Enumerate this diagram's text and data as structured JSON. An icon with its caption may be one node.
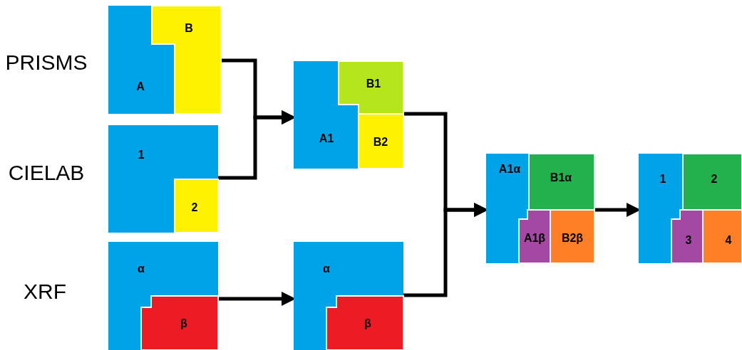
{
  "diagram": {
    "nodes": [
      {
        "text": [],
        "shape": "box"
      },
      {
        "text": [
          "B"
        ],
        "in": 0
      },
      {
        "text": [
          "A"
        ],
        "in": 0
      },
      {
        "text": [],
        "shape": "box"
      },
      {
        "text": [
          "1"
        ],
        "in": 3
      },
      {
        "text": [
          "2"
        ],
        "in": 3
      },
      {
        "text": [],
        "shape": "box"
      },
      {
        "text": [
          "α"
        ],
        "in": 6
      },
      {
        "text": [
          "β"
        ],
        "in": 6
      },
      {
        "text": [],
        "shape": "box"
      },
      {
        "text": [
          "B1"
        ],
        "in": 9
      },
      {
        "text": [
          "A1"
        ],
        "in": 9
      },
      {
        "text": [
          "B2"
        ],
        "in": 9
      },
      {
        "text": [],
        "shape": "box"
      },
      {
        "text": [
          "α"
        ],
        "in": 13
      },
      {
        "text": [
          "β"
        ],
        "in": 13
      },
      {
        "text": [],
        "shape": "box"
      },
      {
        "text": [
          "A1α"
        ],
        "in": 16
      },
      {
        "text": [
          "B1α"
        ],
        "in": 16
      },
      {
        "text": [
          "A1β"
        ],
        "in": 16
      },
      {
        "text": [
          "B2β"
        ],
        "in": 16
      },
      {
        "text": [],
        "shape": "box"
      },
      {
        "text": [
          "1"
        ],
        "in": 21
      },
      {
        "text": [
          "2"
        ],
        "in": 21
      },
      {
        "text": [
          "3"
        ],
        "in": 21
      },
      {
        "text": [
          "4"
        ],
        "in": 21
      }
    ],
    "edges": [
      {
        "from": 0,
        "to": 9,
        "arrow": "to"
      },
      {
        "from": 3,
        "to": 9,
        "arrow": "to"
      },
      {
        "from": 6,
        "to": 13,
        "arrow": "to"
      },
      {
        "from": 9,
        "to": 16,
        "arrow": "to"
      },
      {
        "from": 13,
        "to": 16,
        "arrow": "to"
      },
      {
        "from": 16,
        "to": 21,
        "arrow": "to"
      }
    ],
    "labels": [
      "PRISMS",
      "CIELAB",
      "XRF"
    ]
  }
}
